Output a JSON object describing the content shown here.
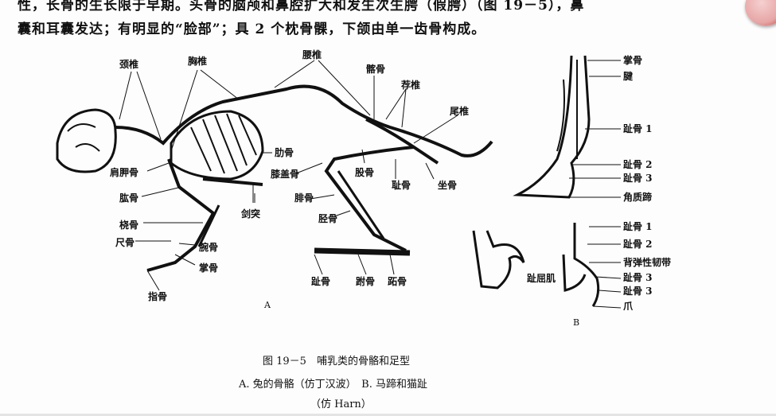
{
  "text": {
    "line1": "性，长骨的生长限于早期。头骨的脑颅和鼻腔扩大和发生次生腭（假腭）（图 19－5），鼻",
    "line2": "囊和耳囊发达；有明显的“脸部”；具 2 个枕骨髁，下颌由单一齿骨构成。"
  },
  "figure_a": {
    "panel": "A",
    "labels": [
      "颈椎",
      "胸椎",
      "腰椎",
      "髂骨",
      "荐椎",
      "尾椎",
      "肋骨",
      "肩胛骨",
      "膝盖骨",
      "股骨",
      "耻骨",
      "坐骨",
      "肱骨",
      "剑突",
      "腓骨",
      "胫骨",
      "桡骨",
      "尺骨",
      "腕骨",
      "掌骨",
      "指骨",
      "趾骨",
      "跗骨",
      "跖骨"
    ]
  },
  "figure_b": {
    "panel": "B",
    "labels": [
      "掌骨",
      "腱",
      "趾骨 1",
      "趾骨 2",
      "趾骨 3",
      "角质蹄",
      "趾骨 1",
      "趾骨 2",
      "背弹性韧带",
      "趾骨 3",
      "趾骨 3",
      "爪",
      "趾屈肌"
    ]
  },
  "caption": {
    "title": "图 19－5　哺乳类的骨骼和足型",
    "subtitle": "A. 兔的骨骼（仿丁汉波）　B. 马蹄和猫趾",
    "source": "（仿 Harn）"
  },
  "icon": "red-circle-app-icon"
}
